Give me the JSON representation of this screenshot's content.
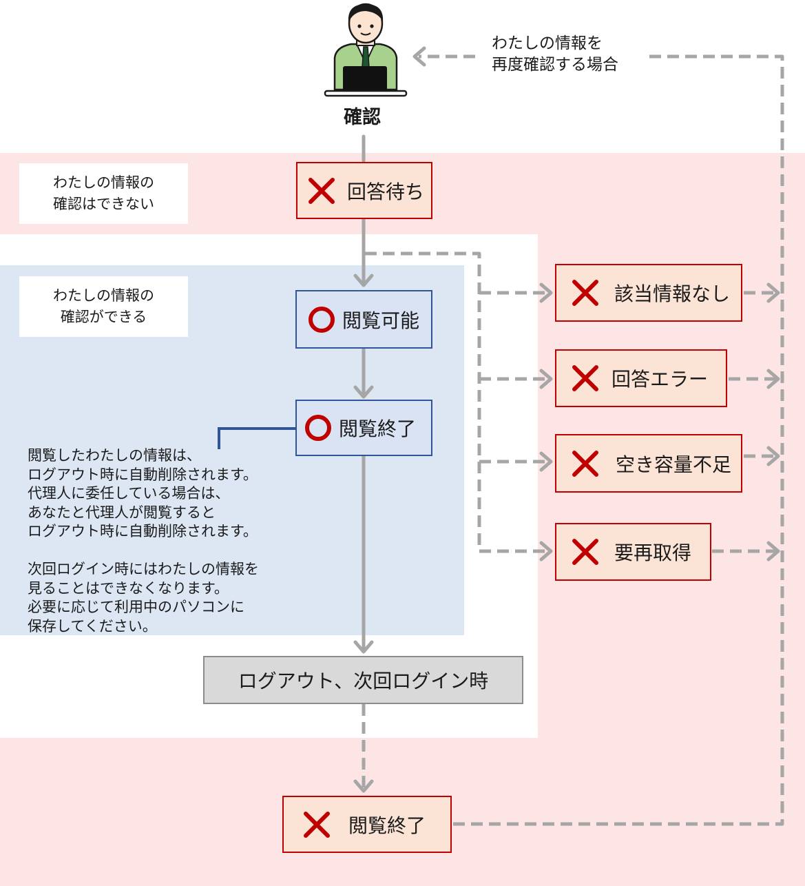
{
  "top": {
    "caption": "確認",
    "person_icon": "person-at-laptop-icon",
    "recheck_label": "わたしの情報を\n再度確認する場合"
  },
  "zones": {
    "cannot_view_label": "わたしの情報の\n確認はできない",
    "can_view_label": "わたしの情報の\n確認ができる"
  },
  "boxes": {
    "awaiting": "回答待ち",
    "viewable": "閲覧可能",
    "view_done": "閲覧終了",
    "no_info": "該当情報なし",
    "response_error": "回答エラー",
    "low_space": "空き容量不足",
    "reacquire": "要再取得",
    "logout": "ログアウト、次回ログイン時",
    "view_ended": "閲覧終了"
  },
  "note_text": "閲覧したわたしの情報は、\nログアウト時に自動削除されます。\n代理人に委任している場合は、\nあなたと代理人が閲覧すると\nログアウト時に自動削除されます。\n\n次回ログイン時にはわたしの情報を\n見ることはできなくなります。\n必要に応じて利用中のパソコンに\n保存してください。",
  "icons": {
    "cross": "cross-mark-icon",
    "circle": "circle-mark-icon"
  },
  "colors": {
    "pink_zone": "#fde4e5",
    "blue_zone": "#dde7f4",
    "cross_red": "#c00000",
    "circle_red": "#c00000",
    "arrow_gray": "#a6a6a6",
    "callout_blue": "#2f5597"
  }
}
